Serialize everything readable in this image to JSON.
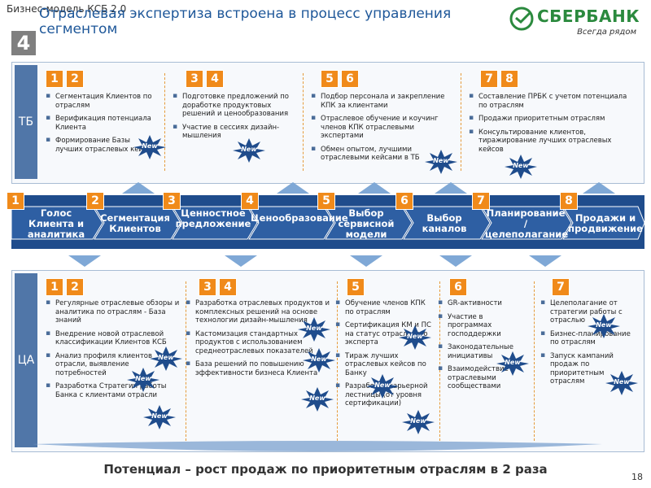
{
  "header": {
    "tag": "Бизнес-модель КСБ 2.0",
    "title": "Отраслевая экспертиза встроена в процесс управления сегментом",
    "step_number": "4"
  },
  "logo": {
    "name": "СБЕРБАНК",
    "slogan": "Всегда рядом",
    "brand_color": "#2b8a3e"
  },
  "new_badge": "New",
  "tb": {
    "label": "ТБ",
    "columns": [
      {
        "nums": [
          "1",
          "2"
        ],
        "items": [
          "Сегментация Клиентов по отраслям",
          "Верификация потенциала Клиента",
          "Формирование Базы лучших отраслевых кейсов"
        ]
      },
      {
        "nums": [
          "3",
          "4"
        ],
        "items": [
          "Подготовке предложений по доработке продуктовых решений и ценообразования",
          "Участие в сессиях дизайн-мышления"
        ]
      },
      {
        "nums": [
          "5",
          "6"
        ],
        "items": [
          "Подбор персонала и закрепление КПК за клиентами",
          "Отраслевое обучение и коучинг членов КПК отраслевыми экспертами",
          "Обмен опытом, лучшими отраслевыми кейсами в ТБ"
        ]
      },
      {
        "nums": [
          "7",
          "8"
        ],
        "items": [
          "Составление ПРБК с учетом потенциала по отраслям",
          "Продажи приоритетным отраслям",
          "Консультирование клиентов, тиражирование лучших отраслевых кейсов"
        ]
      }
    ]
  },
  "process": {
    "steps": [
      {
        "num": "1",
        "label": "Голос Клиента и аналитика"
      },
      {
        "num": "2",
        "label": "Сегментация Клиентов"
      },
      {
        "num": "3",
        "label": "Ценностное предложение"
      },
      {
        "num": "4",
        "label": "Ценообразование"
      },
      {
        "num": "5",
        "label": "Выбор сервисной модели"
      },
      {
        "num": "6",
        "label": "Выбор каналов"
      },
      {
        "num": "7",
        "label": "Планирование / целеполагание"
      },
      {
        "num": "8",
        "label": "Продажи и продвижение"
      }
    ]
  },
  "ca": {
    "label": "ЦА",
    "columns": [
      {
        "nums": [
          "1",
          "2"
        ],
        "items": [
          "Регулярные отраслевые обзоры и аналитика по отраслям - База знаний",
          "Внедрение новой отраслевой классификации Клиентов КСБ",
          "Анализ профиля клиентов отрасли, выявление потребностей",
          "Разработка Стратегии работы Банка с клиентами отрасли"
        ]
      },
      {
        "nums": [
          "3",
          "4"
        ],
        "items": [
          "Разработка отраслевых продуктов и комплексных решений на основе технологии дизайн-мышления",
          "Кастомизация стандартных продуктов с использованием среднеотраслевых показателей",
          "База решений по повышению эффективности бизнеса Клиента"
        ]
      },
      {
        "nums": [
          "5"
        ],
        "items": [
          "Обучение членов КПК по отраслям",
          "Сертификация КМ и ПС на статус отраслевого эксперта",
          "Тираж лучших отраслевых кейсов по Банку",
          "Разработка карьерной лестницы (от уровня сертификации)"
        ]
      },
      {
        "nums": [
          "6"
        ],
        "items": [
          "GR-активности",
          "Участие в программах господдержки",
          "Законодательные инициативы",
          "Взаимодействие с отраслевыми сообществами"
        ]
      },
      {
        "nums": [
          "7"
        ],
        "items": [
          "Целеполагание от стратегии работы с отраслью",
          "Бизнес-планирование по отраслям",
          "Запуск кампаний продаж по приоритетным отраслям"
        ]
      }
    ]
  },
  "footer": {
    "text": "Потенциал – рост продаж по приоритетным отраслям в 2 раза",
    "page": "18"
  }
}
